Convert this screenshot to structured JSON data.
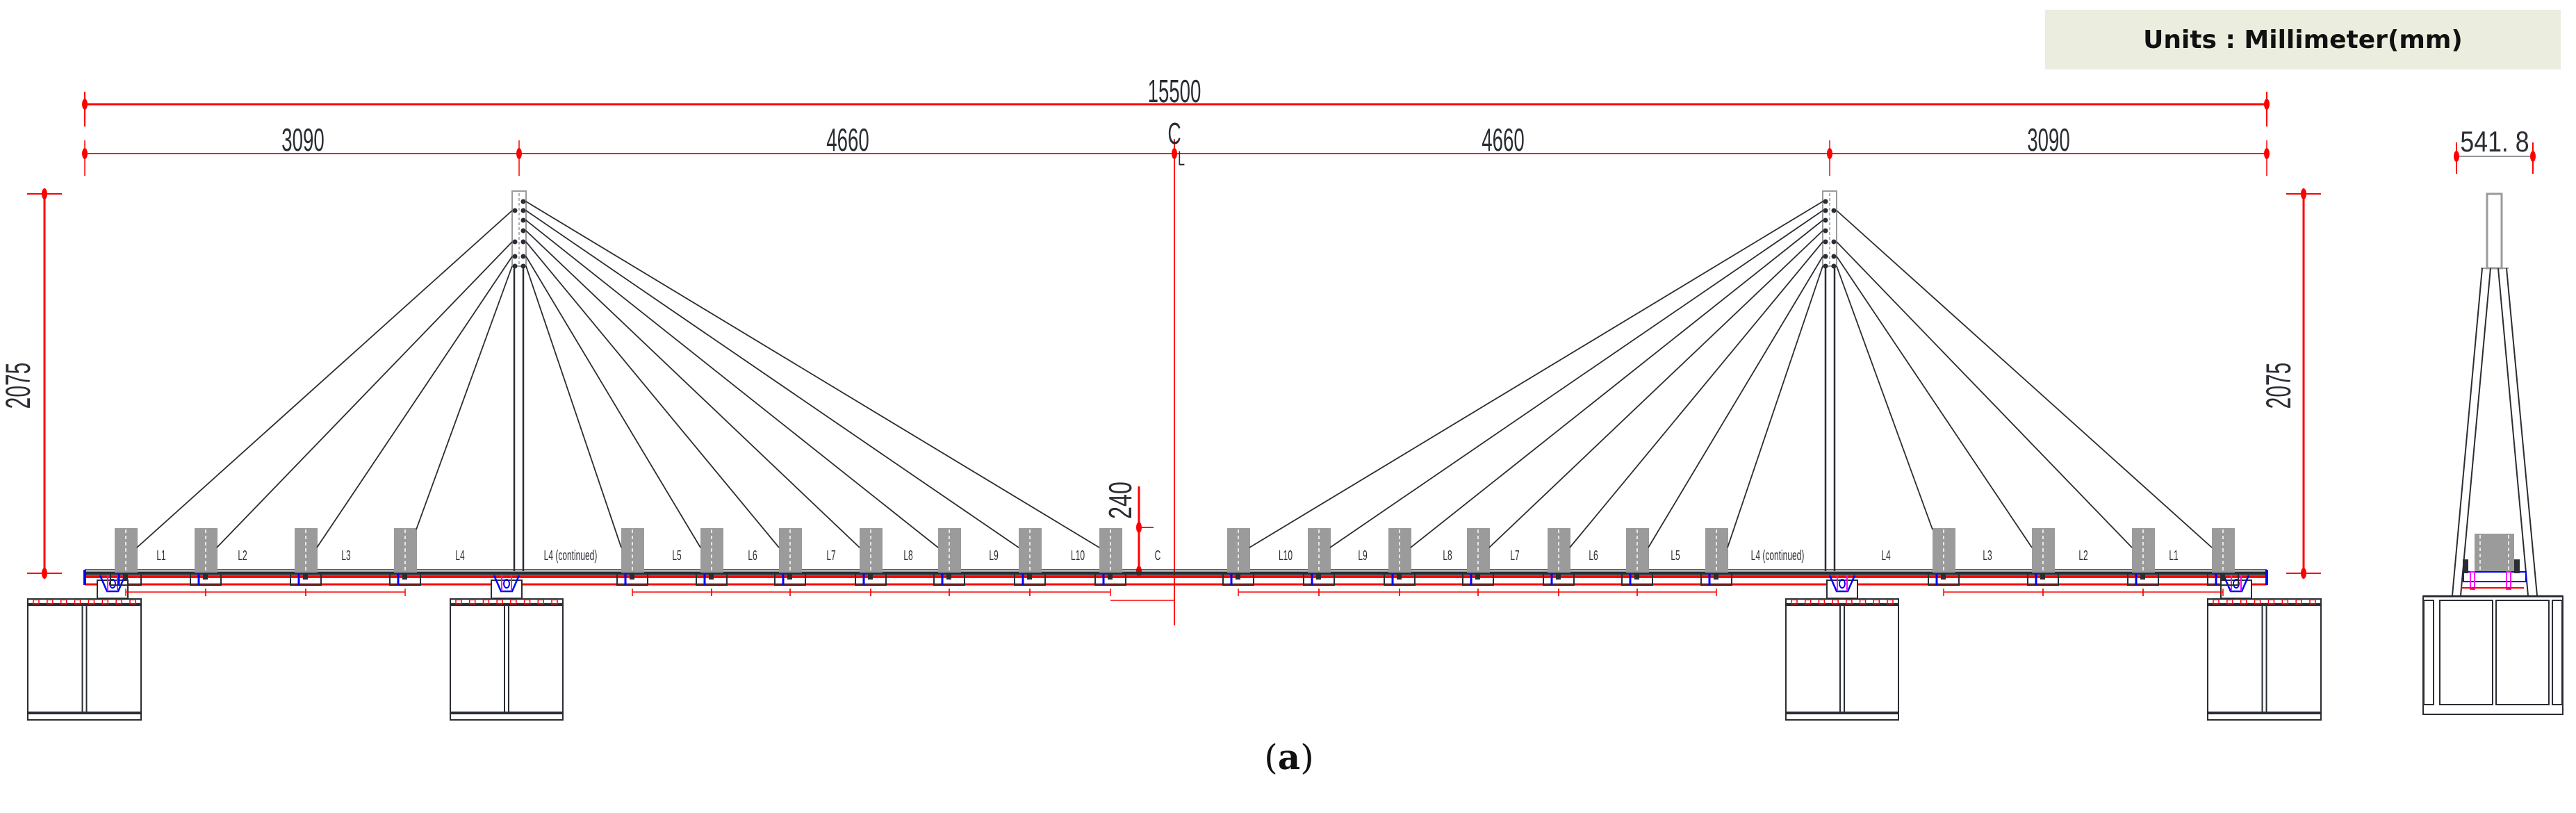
{
  "units_label": "Units : Millimeter(mm)",
  "figure": {
    "open": "(",
    "letter": "a",
    "close": ")"
  },
  "dimensions": {
    "total_length": "15500",
    "segments": [
      "3090",
      "4660",
      "4660",
      "3090"
    ],
    "pylon_height_left": "2075",
    "pylon_height_right": "2075",
    "deck_clearance": "240",
    "cross_section_width": "541. 8",
    "centerline_symbol": "C",
    "centerline_sub": "L"
  },
  "deck_labels_left": [
    "L1",
    "L2",
    "L3",
    "L4",
    "L4 (continued)",
    "L5",
    "L6",
    "L7",
    "L8",
    "L9",
    "L10",
    "C"
  ],
  "deck_labels_right": [
    "L10",
    "L9",
    "L8",
    "L7",
    "L6",
    "L5",
    "L4 (continued)",
    "L4",
    "L3",
    "L2",
    "L1"
  ],
  "colors": {
    "dimension": "#ff0000",
    "structure": "#2a2d33",
    "anchor_block": "#9b9b9b",
    "bearing": "#0000ff",
    "bearing_alt": "#ff00ff",
    "units_box": "#ebeedf"
  }
}
